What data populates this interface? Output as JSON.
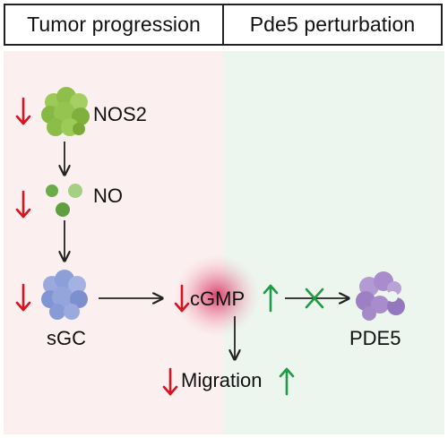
{
  "header": {
    "left_title": "Tumor progression",
    "right_title": "Pde5 perturbation"
  },
  "nodes": {
    "nos2": "NOS2",
    "no": "NO",
    "sgc": "sGC",
    "cgmp": "cGMP",
    "pde5": "PDE5",
    "migration": "Migration"
  },
  "colors": {
    "down_arrow": "#d7131f",
    "up_arrow": "#1f9a45",
    "inhibition_mark": "#1f9a45",
    "left_panel": "#fcefef",
    "right_panel": "#edf5ef",
    "cgmp_glow": "#d42255",
    "nos2_blob": "#8fbf4a",
    "no_dots": "#6aac4a",
    "sgc_blob": "#8c9fd9",
    "pde5_blob": "#a98ccc"
  },
  "icons": {
    "nos2": "protein-nos2-icon",
    "no": "nitric-oxide-molecules-icon",
    "sgc": "protein-sgc-icon",
    "pde5": "protein-pde5-icon"
  }
}
